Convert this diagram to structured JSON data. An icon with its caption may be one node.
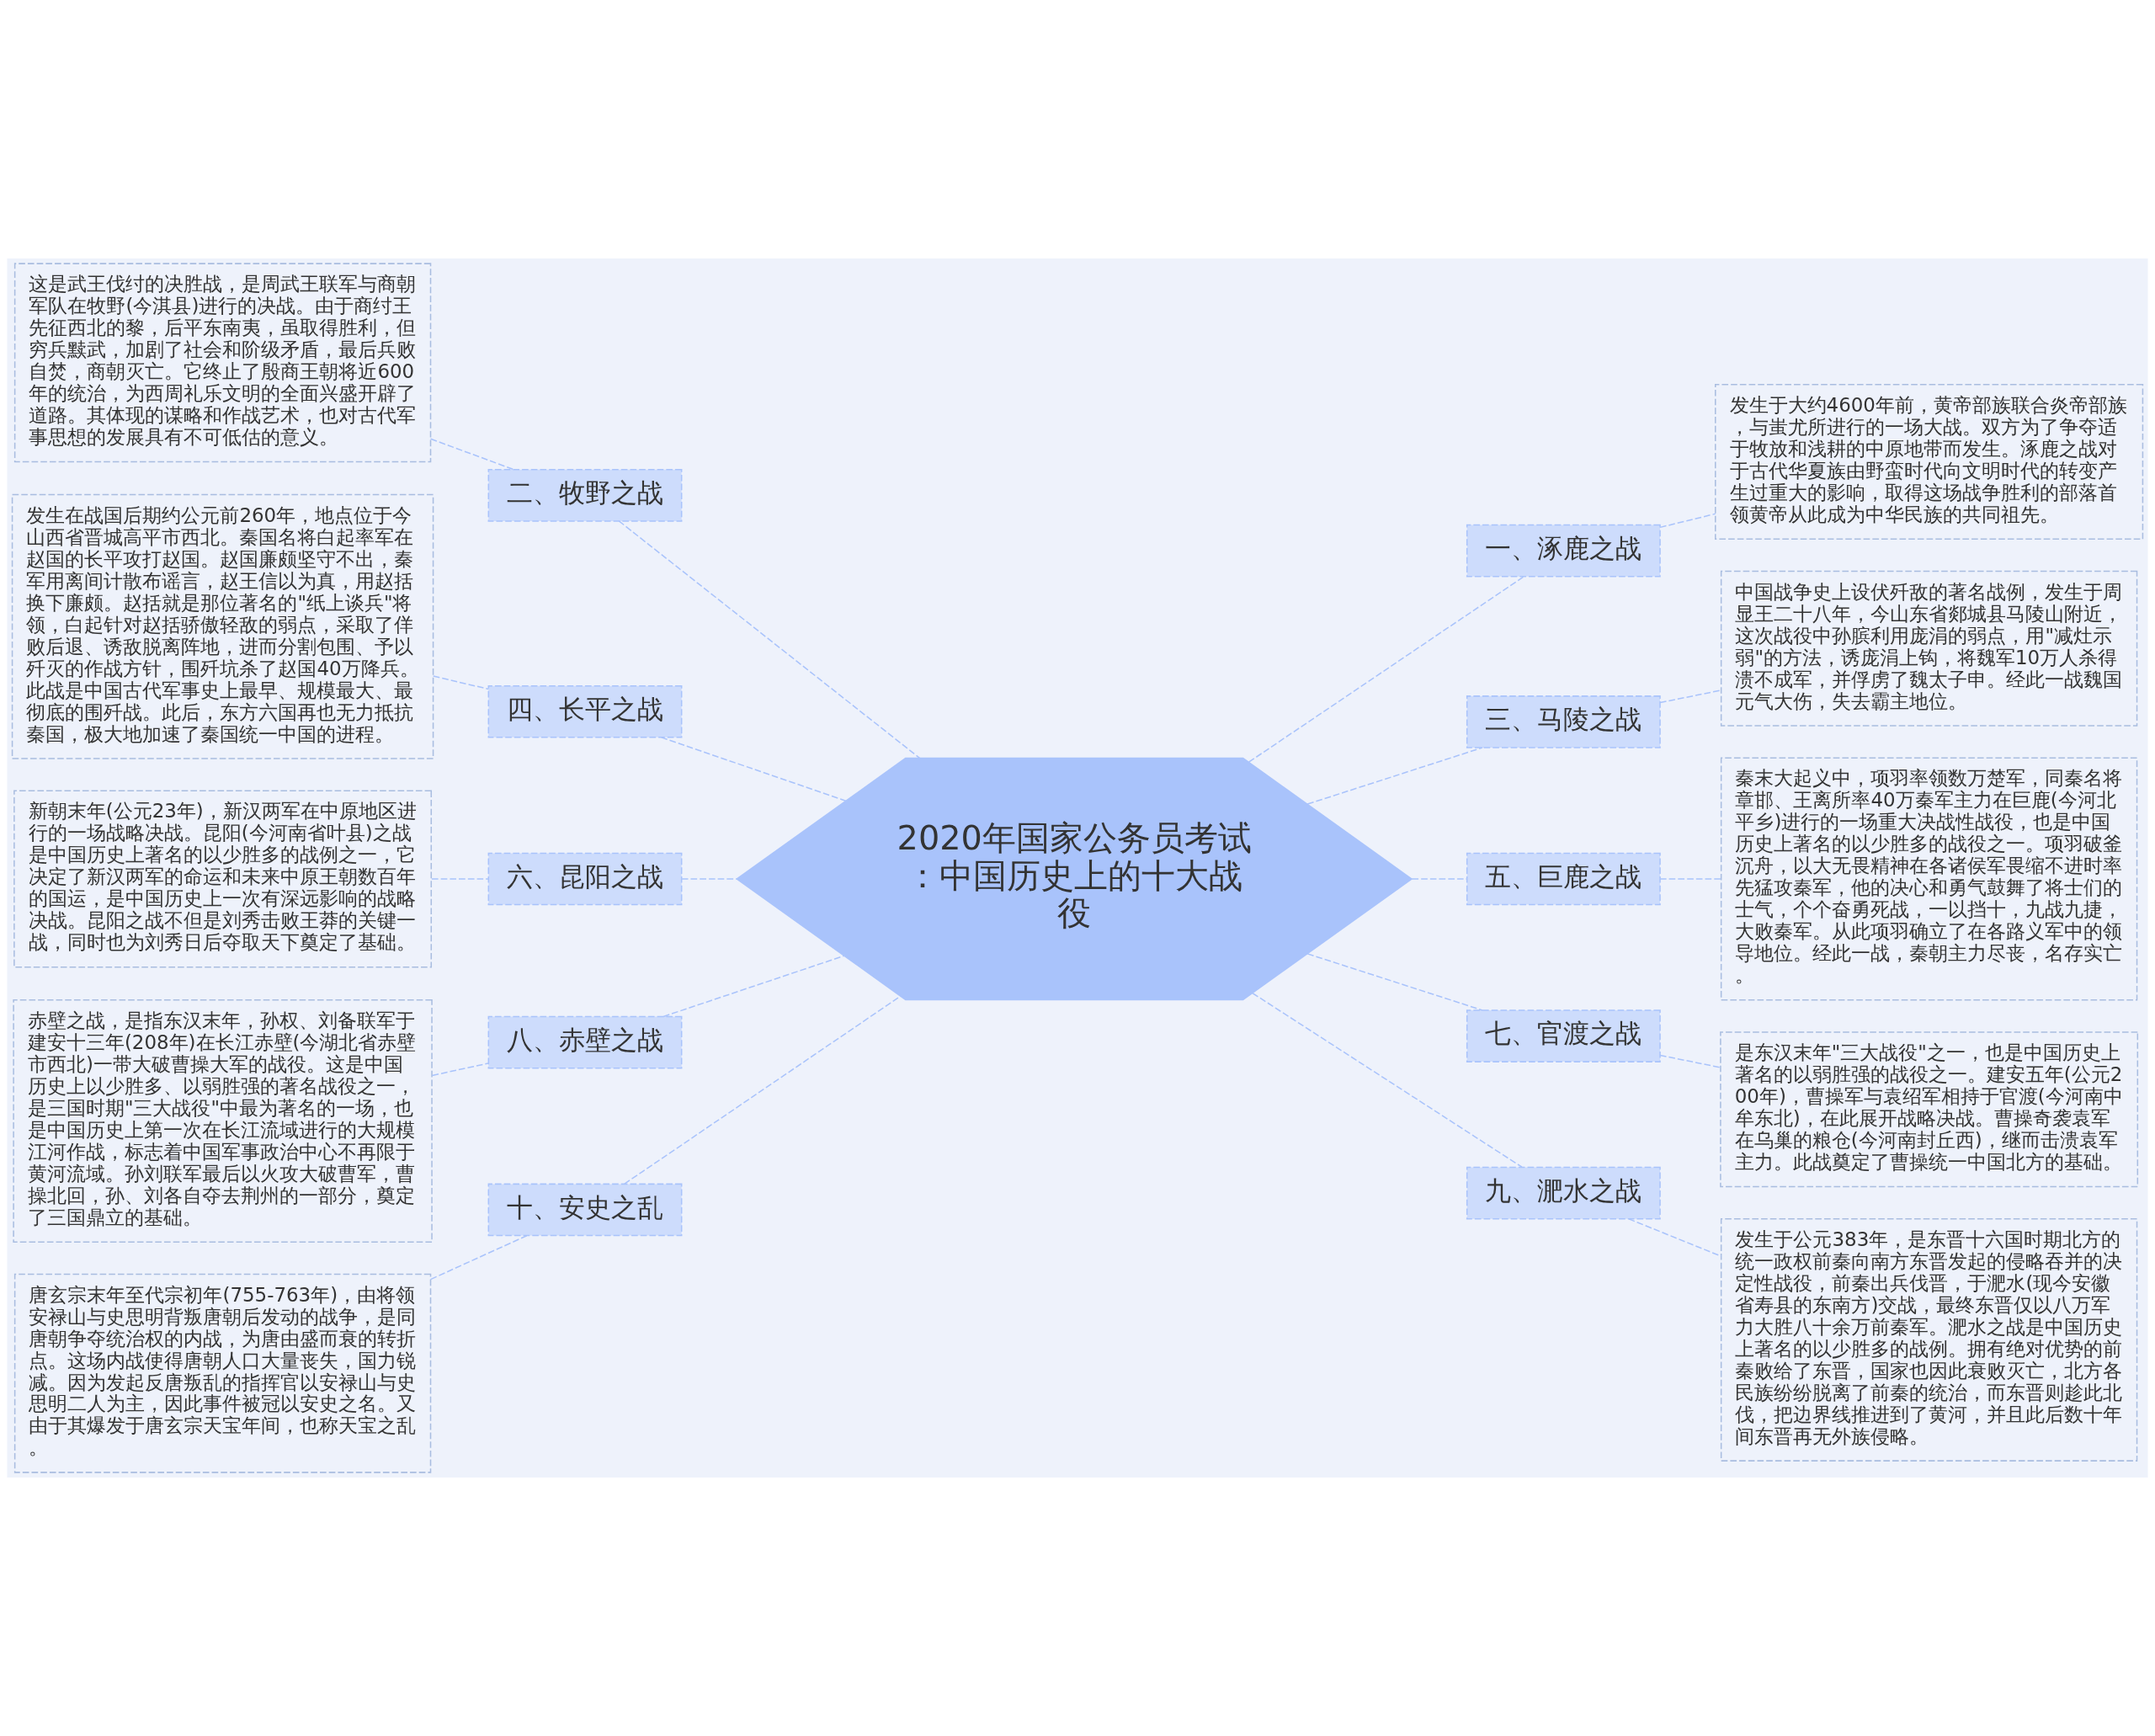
{
  "diagram": {
    "nodes": [
      {
        "text": [
          "2020年国家公务员考试：中国历史上的十大战役"
        ]
      },
      {
        "text": [
          "二、牧野之战"
        ]
      },
      {
        "text": [
          "这是武王伐纣的决胜战，是周武王联军与商朝军队在牧野(今淇县)进行的决战。由于商纣王先征西北的黎，后平东南夷，虽取得胜利，但穷兵黩武，加剧了社会和阶级矛盾，最后兵败自焚，商朝灭亡。它终止了殷商王朝将近600年的统治，为西周礼乐文明的全面兴盛开辟了道路。其体现的谋略和作战艺术，也对古代军事思想的发展具有不可低估的意义。"
        ]
      },
      {
        "text": [
          "四、长平之战"
        ]
      },
      {
        "text": [
          "发生在战国后期约公元前260年，地点位于今山西省晋城高平市西北。秦国名将白起率军在赵国的长平攻打赵国。赵国廉颇坚守不出，秦军用离间计散布谣言，赵王信以为真，用赵括换下廉颇。赵括就是那位著名的\"纸上谈兵\"将领，白起针对赵括骄傲轻敌的弱点，采取了佯败后退、诱敌脱离阵地，进而分割包围、予以歼灭的作战方针，围歼坑杀了赵国40万降兵。此战是中国古代军事史上最早、规模最大、最彻底的围歼战。此后，东方六国再也无力抵抗秦国，极大地加速了秦国统一中国的进程。"
        ]
      },
      {
        "text": [
          "六、昆阳之战"
        ]
      },
      {
        "text": [
          "新朝末年(公元23年)，新汉两军在中原地区进行的一场战略决战。昆阳(今河南省叶县)之战是中国历史上著名的以少胜多的战例之一，它决定了新汉两军的命运和未来中原王朝数百年的国运，是中国历史上一次有深远影响的战略决战。昆阳之战不但是刘秀击败王莽的关键一战，同时也为刘秀日后夺取天下奠定了基础。"
        ]
      },
      {
        "text": [
          "八、赤壁之战"
        ]
      },
      {
        "text": [
          "赤壁之战，是指东汉末年，孙权、刘备联军于建安十三年(208年)在长江赤壁(今湖北省赤壁市西北)一带大破曹操大军的战役。这是中国历史上以少胜多、以弱胜强的著名战役之一，是三国时期\"三大战役\"中最为著名的一场，也是中国历史上第一次在长江流域进行的大规模江河作战，标志着中国军事政治中心不再限于黄河流域。孙刘联军最后以火攻大破曹军，曹操北回，孙、刘各自夺去荆州的一部分，奠定了三国鼎立的基础。"
        ]
      },
      {
        "text": [
          "十、安史之乱"
        ]
      },
      {
        "text": [
          "唐玄宗末年至代宗初年(755-763年)，由将领安禄山与史思明背叛唐朝后发动的战争，是同唐朝争夺统治权的内战，为唐由盛而衰的转折点。这场内战使得唐朝人口大量丧失，国力锐减。因为发起反唐叛乱的指挥官以安禄山与史思明二人为主，因此事件被冠以安史之名。又由于其爆发于唐玄宗天宝年间，也称天宝之乱。"
        ]
      },
      {
        "text": [
          "一、涿鹿之战"
        ]
      },
      {
        "text": [
          "发生于大约4600年前，黄帝部族联合炎帝部族，与蚩尤所进行的一场大战。双方为了争夺适于牧放和浅耕的中原地带而发生。涿鹿之战对于古代华夏族由野蛮时代向文明时代的转变产生过重大的影响，取得这场战争胜利的部落首领黄帝从此成为中华民族的共同祖先。"
        ]
      },
      {
        "text": [
          "三、马陵之战"
        ]
      },
      {
        "text": [
          "中国战争史上设伏歼敌的著名战例，发生于周显王二十八年，今山东省郯城县马陵山附近，这次战役中孙膑利用庞涓的弱点，用\"减灶示弱\"的方法，诱庞涓上钩，将魏军10万人杀得溃不成军，并俘虏了魏太子申。经此一战魏国元气大伤，失去霸主地位。"
        ]
      },
      {
        "text": [
          "五、巨鹿之战"
        ]
      },
      {
        "text": [
          "秦末大起义中，项羽率领数万楚军，同秦名将章邯、王离所率40万秦军主力在巨鹿(今河北平乡)进行的一场重大决战性战役，也是中国历史上著名的以少胜多的战役之一。项羽破釜沉舟，以大无畏精神在各诸侯军畏缩不进时率先猛攻秦军，他的决心和勇气鼓舞了将士们的士气，个个奋勇死战，一以挡十，九战九捷，大败秦军。从此项羽确立了在各路义军中的领导地位。经此一战，秦朝主力尽丧，名存实亡。"
        ]
      },
      {
        "text": [
          "七、官渡之战"
        ]
      },
      {
        "text": [
          "是东汉末年\"三大战役\"之一，也是中国历史上著名的以弱胜强的战役之一。建安五年(公元200年)，曹操军与袁绍军相持于官渡(今河南中牟东北)，在此展开战略决战。曹操奇袭袁军在乌巢的粮仓(今河南封丘西)，继而击溃袁军主力。此战奠定了曹操统一中国北方的基础。"
        ]
      },
      {
        "text": [
          "九、淝水之战"
        ]
      },
      {
        "text": [
          "发生于公元383年，是东晋十六国时期北方的统一政权前秦向南方东晋发起的侵略吞并的决定性战役，前秦出兵伐晋，于淝水(现今安徽省寿县的东南方)交战，最终东晋仅以八万军力大胜八十余万前秦军。淝水之战是中国历史上著名的以少胜多的战例。拥有绝对优势的前秦败给了东晋，国家也因此衰败灭亡，北方各民族纷纷脱离了前秦的统治，而东晋则趁此北伐，把边界线推进到了黄河，并且此后数十年间东晋再无外族侵略。"
        ]
      }
    ],
    "edges": [
      {
        "from": 2,
        "to": 1,
        "arrow": "none",
        "style": "dashed"
      },
      {
        "from": 1,
        "to": 0,
        "arrow": "none",
        "style": "dashed"
      },
      {
        "from": 4,
        "to": 3,
        "arrow": "none",
        "style": "dashed"
      },
      {
        "from": 3,
        "to": 0,
        "arrow": "none",
        "style": "dashed"
      },
      {
        "from": 6,
        "to": 5,
        "arrow": "none",
        "style": "dashed"
      },
      {
        "from": 5,
        "to": 0,
        "arrow": "none",
        "style": "dashed"
      },
      {
        "from": 8,
        "to": 7,
        "arrow": "none",
        "style": "dashed"
      },
      {
        "from": 7,
        "to": 0,
        "arrow": "none",
        "style": "dashed"
      },
      {
        "from": 10,
        "to": 9,
        "arrow": "none",
        "style": "dashed"
      },
      {
        "from": 9,
        "to": 0,
        "arrow": "none",
        "style": "dashed"
      },
      {
        "from": 0,
        "to": 11,
        "arrow": "none",
        "style": "dashed"
      },
      {
        "from": 11,
        "to": 12,
        "arrow": "none",
        "style": "dashed"
      },
      {
        "from": 0,
        "to": 13,
        "arrow": "none",
        "style": "dashed"
      },
      {
        "from": 13,
        "to": 14,
        "arrow": "none",
        "style": "dashed"
      },
      {
        "from": 0,
        "to": 15,
        "arrow": "none",
        "style": "dashed"
      },
      {
        "from": 15,
        "to": 16,
        "arrow": "none",
        "style": "dashed"
      },
      {
        "from": 0,
        "to": 17,
        "arrow": "none",
        "style": "dashed"
      },
      {
        "from": 17,
        "to": 18,
        "arrow": "none",
        "style": "dashed"
      },
      {
        "from": 0,
        "to": 19,
        "arrow": "none",
        "style": "dashed"
      },
      {
        "from": 19,
        "to": 20,
        "arrow": "none",
        "style": "dashed"
      }
    ]
  }
}
